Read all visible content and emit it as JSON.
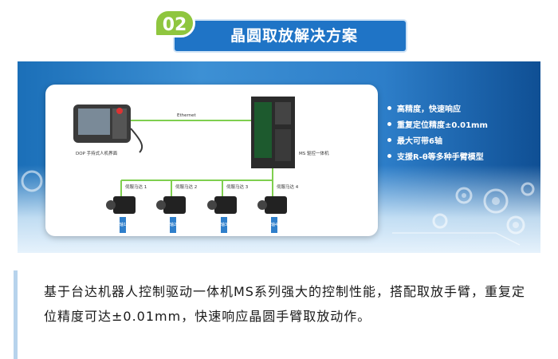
{
  "header": {
    "badge": "02",
    "title": "晶圆取放解决方案"
  },
  "diagram": {
    "controller_label": "DOP 手持式人机界面",
    "ethernet_label": "Ethernet",
    "drive_label": "MS 驱控一体机",
    "servos": [
      {
        "label": "伺服马达 1",
        "tag": "轴1"
      },
      {
        "label": "伺服马达 2",
        "tag": "轴2"
      },
      {
        "label": "伺服马达 3",
        "tag": "轴3"
      },
      {
        "label": "伺服马达 4",
        "tag": "轴4"
      }
    ]
  },
  "features": [
    "高精度，快速响应",
    "重复定位精度±0.01mm",
    "最大可带6轴",
    "支援R-θ等多种手臂模型"
  ],
  "description": "基于台达机器人控制驱动一体机MS系列强大的控制性能，搭配取放手臂，重复定位精度可达±0.01mm，快速响应晶圆手臂取放动作。",
  "colors": {
    "badge": "#8fc63f",
    "title_bar": "#1f74c6",
    "hero": "#2d7ec9",
    "accent_bar": "#b7d3ec"
  }
}
